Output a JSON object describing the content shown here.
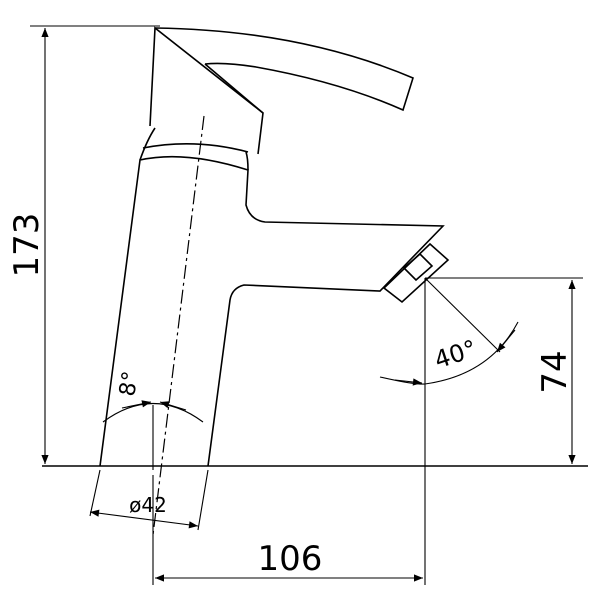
{
  "drawing": {
    "dimensions": {
      "height_total": "173",
      "spout_height": "74",
      "reach": "106",
      "base_diameter": "ø42",
      "body_tilt": "8°",
      "aerator_angle": "40°"
    },
    "line_color": "#000000",
    "background": "#ffffff"
  }
}
